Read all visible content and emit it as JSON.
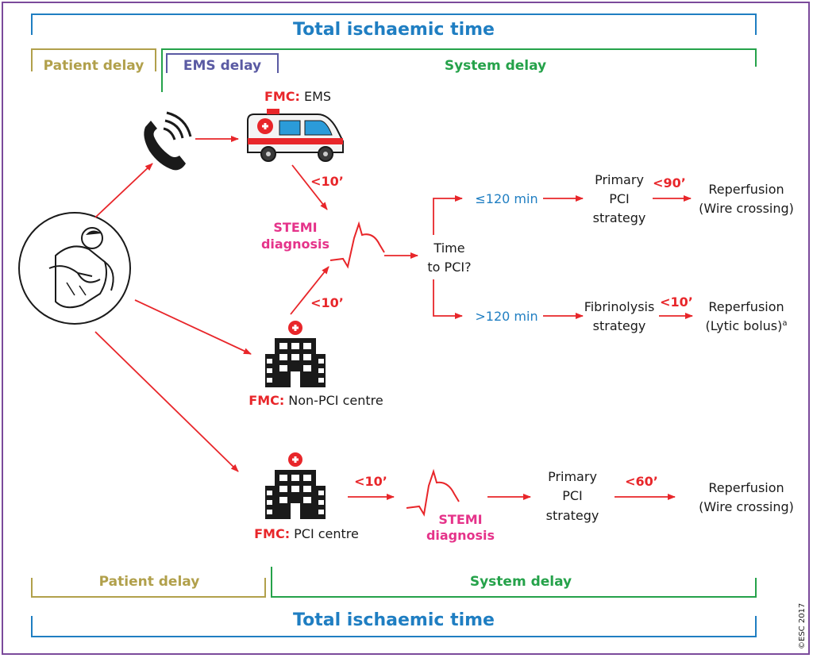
{
  "top": {
    "total_ischaemic_time": "Total ischaemic time",
    "patient_delay": "Patient delay",
    "ems_delay": "EMS delay",
    "system_delay": "System delay"
  },
  "bottom": {
    "patient_delay": "Patient delay",
    "system_delay": "System delay",
    "total_ischaemic_time": "Total ischaemic time"
  },
  "fmc_ems": {
    "prefix": "FMC:",
    "label": "EMS"
  },
  "fmc_non_pci": {
    "prefix": "FMC:",
    "label": "Non-PCI centre"
  },
  "fmc_pci": {
    "prefix": "FMC:",
    "label": "PCI centre"
  },
  "times": {
    "ems_to_diag": "<10’",
    "nonpci_to_diag": "<10’",
    "pci_to_diag": "<10’",
    "primary_to_reperf": "<90’",
    "fibrinolysis_to_reperf": "<10’",
    "pci_primary_to_reperf": "<60’"
  },
  "stemi_diagnosis": {
    "line1": "STEMI",
    "line2": "diagnosis"
  },
  "time_to_pci": {
    "line1": "Time",
    "line2": "to PCI?"
  },
  "branches": {
    "le120": "≤120 min",
    "gt120": ">120 min"
  },
  "primary_pci_strategy": {
    "line1": "Primary",
    "line2": "PCI",
    "line3": "strategy"
  },
  "fibrinolysis_strategy": {
    "line1": "Fibrinolysis",
    "line2": "strategy"
  },
  "reperfusion_wire": {
    "line1": "Reperfusion",
    "line2": "(Wire crossing)"
  },
  "reperfusion_lytic": {
    "line1": "Reperfusion",
    "line2": "(Lytic bolus)",
    "sup": "a"
  },
  "copyright": "©ESC 2017",
  "colors": {
    "blue": "#1f7ec2",
    "gold": "#b1a04b",
    "purple": "#5a5aa3",
    "green": "#25a24a",
    "red": "#e8262a",
    "pink": "#e5338a",
    "border": "#7b4a9b"
  }
}
